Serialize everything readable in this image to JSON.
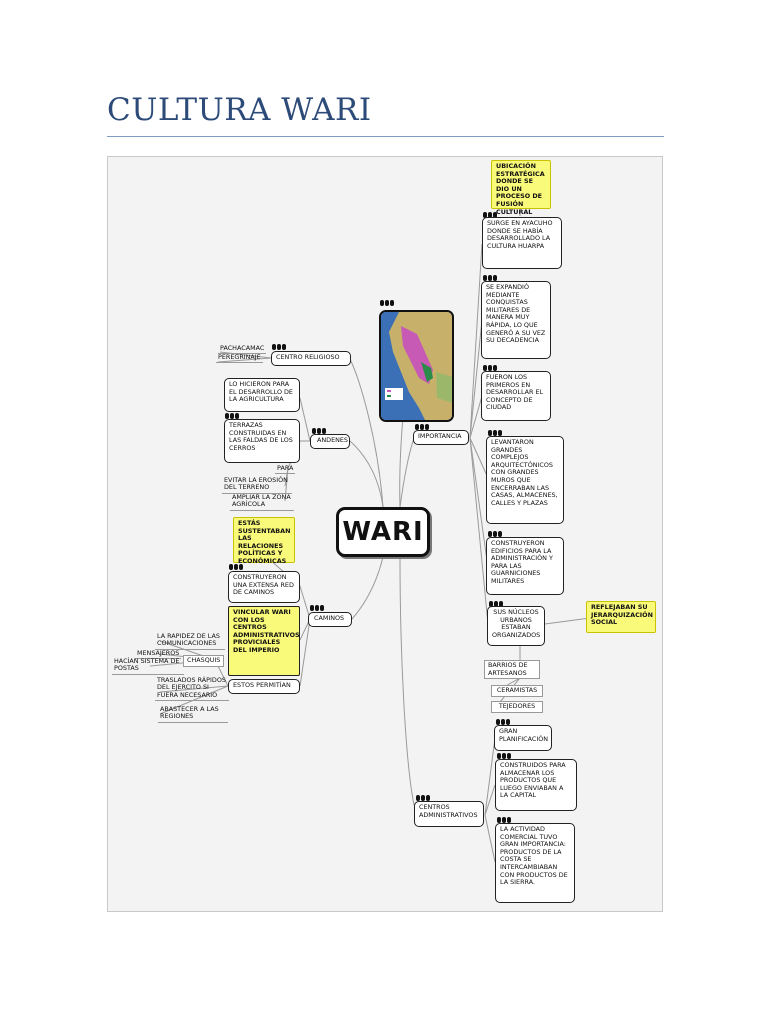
{
  "page": {
    "title": "CULTURA WARI"
  },
  "center": "WARI",
  "branches": {
    "centro_religioso": {
      "label": "CENTRO RELIGIOSO",
      "items": [
        "PACHACAMAC",
        "PEREGRINAJE"
      ]
    },
    "andenes": {
      "label": "ANDENES",
      "purpose": "LO HICIERON PARA EL DESARROLLO DE LA AGRICULTURA",
      "terrazas": "TERRAZAS CONSTRUIDAS EN LAS FALDAS DE LOS CERROS",
      "para": "PARA",
      "goals": [
        "EVITAR LA EROSIÓN DEL TERRENO",
        "AMPLIAR LA ZONA AGRÍCOLA"
      ]
    },
    "caminos": {
      "label": "CAMINOS",
      "note": "ESTÁS SUSTENTABAN LAS RELACIONES POLÍTICAS Y ECONÓMICAS",
      "built": "CONSTRUYERON UNA EXTENSA RED DE CAMINOS",
      "vincular": "VINCULAR WARI CON LOS CENTROS ADMINISTRATIVOS PROVICIALES DEL IMPERIO",
      "permitian": "ESTOS PERMITÍAN",
      "chasquis": "CHASQUIS",
      "chasquis_items": [
        "LA RAPIDEZ DE LAS COMUNICACIONES",
        "MENSAJEROS",
        "HACÍAN SISTEMA DE POSTAS"
      ],
      "other_items": [
        "TRASLADOS RÁPIDOS DEL EJERCITO SI FUERA NECESARIO",
        "ABASTECER A LAS REGIONES"
      ]
    },
    "importancia": {
      "label": "IMPORTANCIA",
      "ubicacion": "UBICACIÓN ESTRATÉGICA DONDE SE DIO UN PROCESO DE FUSIÓN CULTURAL",
      "items": [
        "SURGE EN AYACUHO DONDE SE HABÍA DESARROLLADO LA CULTURA HUARPA",
        "SE EXPANDIÓ MEDIANTE CONQUISTAS MILITARES DE MANERA MUY RÁPIDA, LO QUE GENERÓ A SU VEZ SU DECADENCIA",
        "FUERON LOS PRIMEROS EN DESARROLLAR EL CONCEPTO DE CIUDAD",
        "LEVANTARON GRANDES COMPLEJOS ARQUITECTÓNICOS CON GRANDES MUROS QUE ENCERRABAN LAS CASAS, ALMACENES, CALLES Y PLAZAS",
        "CONSTRUYERON EDIFICIOS PARA LA ADMINISTRACIÓN Y PARA LAS GUARNICIONES MILITARES"
      ],
      "nucleos": "SUS NÚCLEOS URBANOS ESTABAN ORGANIZADOS",
      "reflejaban": "REFLEJABAN SU JERARQUIZACIÓN SOCIAL",
      "barrios": "BARRIOS DE ARTESANOS",
      "artesanos": [
        "CERAMISTAS",
        "TEJEDORES"
      ]
    },
    "centros_administrativos": {
      "label": "CENTROS ADMINISTRATIVOS",
      "items": [
        "GRAN PLANIFICACIÓN",
        "CONSTRUIDOS PARA ALMACENAR LOS PRODUCTOS QUE LUEGO ENVIABAN A LA CAPITAL",
        "LA ACTIVIDAD COMERCIAL TUVO GRAN IMPORTANCIA: PRODUCTOS DE LA COSTA SE INTERCAMBIABAN CON PRODUCTOS DE LA SIERRA."
      ]
    }
  },
  "colors": {
    "title": "#2d4b78",
    "rule": "#7f9cc2",
    "highlight": "#fafa7a",
    "map_sea": "#3b6fb6",
    "map_land": "#c7b16a",
    "map_region": "#c65ab4"
  },
  "icons": [
    "peru-map-image"
  ]
}
